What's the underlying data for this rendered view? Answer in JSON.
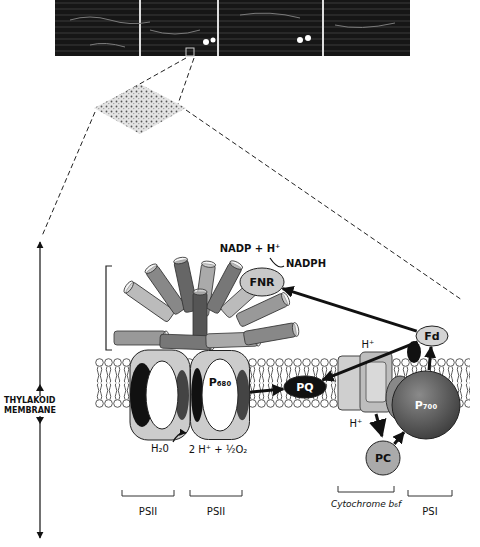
{
  "diagram": {
    "nodes": [
      {
        "text": [
          "FNR"
        ]
      },
      {
        "text": [
          "Fd"
        ]
      },
      {
        "text": [
          "P₆₈₀"
        ]
      },
      {
        "text": [
          "PQ"
        ]
      },
      {
        "text": [
          "P₇₀₀"
        ]
      },
      {
        "text": [
          "PC"
        ]
      }
    ],
    "edges": [
      {
        "from": 1,
        "to": 0,
        "arrow": "to"
      },
      {
        "from": 1,
        "to": 3,
        "arrow": "to"
      },
      {
        "from": 2,
        "to": 3,
        "arrow": "to"
      },
      {
        "from": 4,
        "to": 1,
        "arrow": "to"
      },
      {
        "from": 5,
        "to": 4,
        "arrow": "to"
      }
    ],
    "labels": [
      "NADP + H⁺",
      "NADPH",
      "H⁺",
      "THYLAKOID MEMBRANE",
      "H₂0",
      "2 H⁺ + ½O₂",
      "H⁺",
      "PSII",
      "PSII",
      "Cytochrome b₆f",
      "PSI"
    ]
  }
}
